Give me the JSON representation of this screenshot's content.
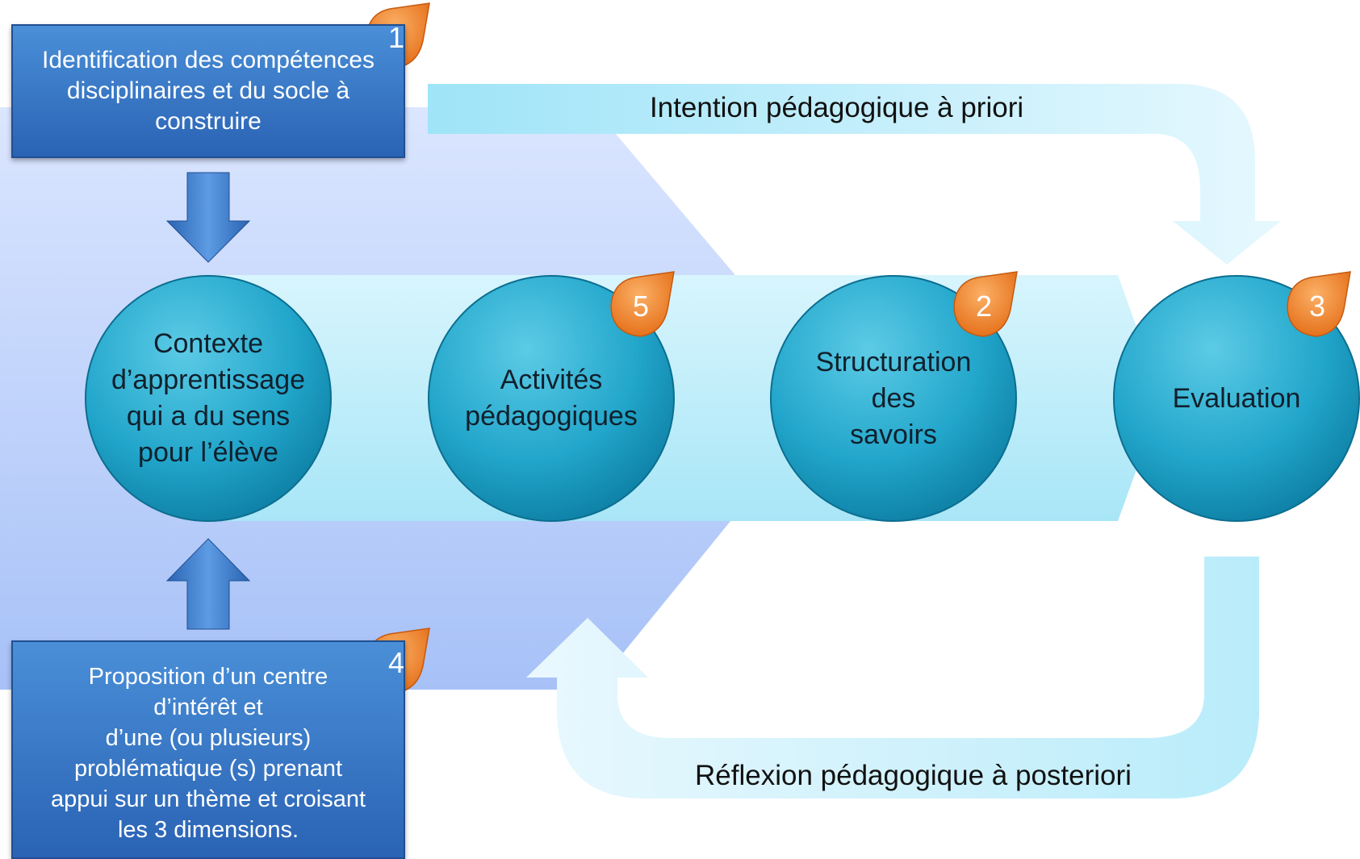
{
  "boxes": {
    "top": "Identification des compétences\ndisciplinaires et du socle à\nconstruire",
    "bottom": "Proposition d’un centre\nd’intérêt et\nd’une (ou plusieurs)\nproblématique (s) prenant\nappui sur un thème et croisant\nles 3 dimensions."
  },
  "circles": [
    {
      "label": "Contexte\nd’apprentissage\nqui a du sens\npour l’élève",
      "badge": ""
    },
    {
      "label": "Activités\npédagogiques",
      "badge": "5"
    },
    {
      "label": "Structuration\ndes\nsavoirs",
      "badge": "2"
    },
    {
      "label": "Evaluation",
      "badge": "3"
    }
  ],
  "badges": {
    "top_box": "1",
    "bottom_box": "4"
  },
  "arrows": {
    "top_label": "Intention pédagogique à priori",
    "bottom_label": "Réflexion pédagogique à posteriori"
  },
  "colors": {
    "box_blue": "#2f6fc0",
    "circle_teal": "#1d9ec4",
    "badge_orange": "#ef7d22",
    "band_cyan": "#bdeefa",
    "background_lavender": "#c5d6fb"
  }
}
